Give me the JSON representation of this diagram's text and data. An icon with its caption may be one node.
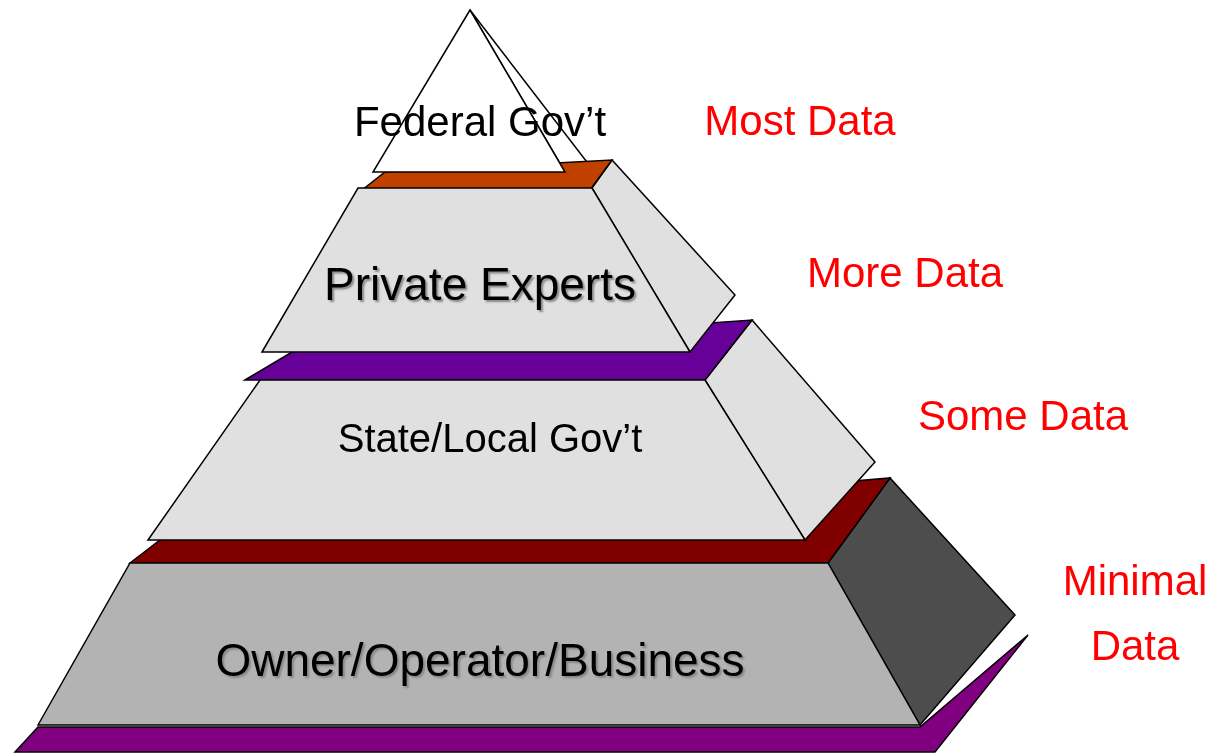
{
  "diagram": {
    "nodes": [
      {
        "text": [
          "Federal Gov’t"
        ]
      },
      {
        "text": [
          "Private Experts"
        ]
      },
      {
        "text": [
          "State/Local Gov’t"
        ]
      },
      {
        "text": [
          "Owner/Operator/Business"
        ]
      }
    ],
    "labels": [
      "Most Data",
      "More Data",
      "Some Data",
      "Minimal Data"
    ]
  }
}
